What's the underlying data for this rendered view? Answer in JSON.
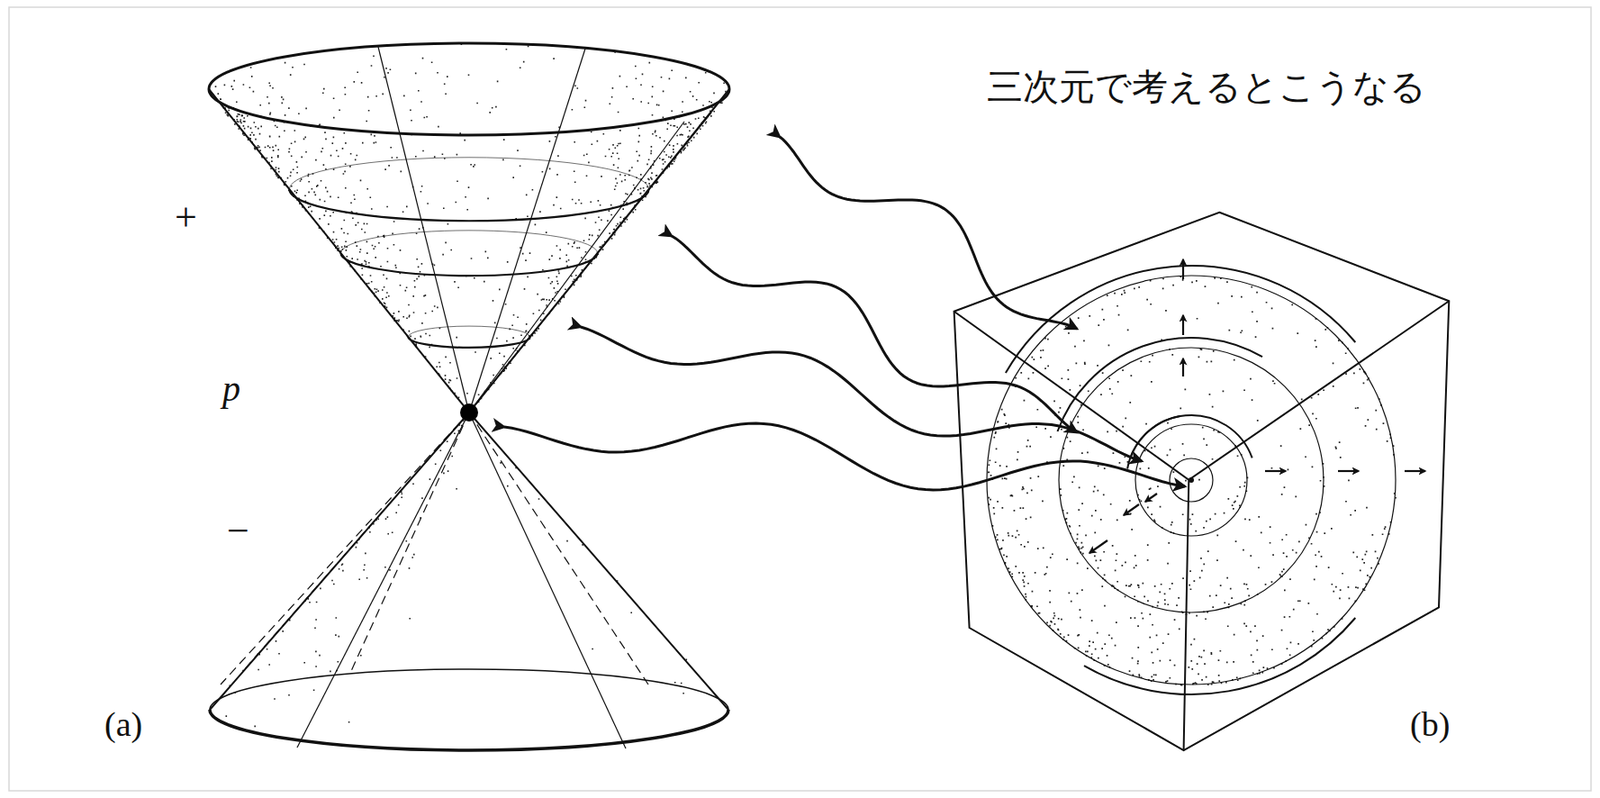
{
  "diagram": {
    "title": "三次元で考えるとこうなる",
    "labels": [
      "+",
      "p",
      "−",
      "(a)",
      "(b)"
    ]
  }
}
